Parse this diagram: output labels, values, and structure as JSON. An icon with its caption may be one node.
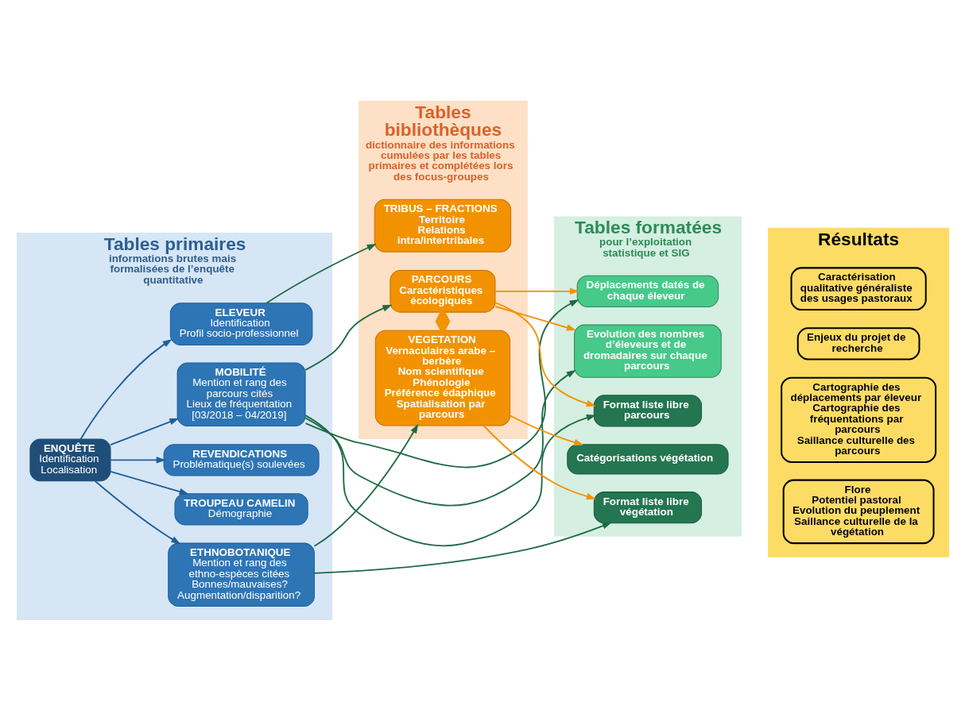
{
  "diagram": {
    "nodes": [
      {
        "text": [
          "Tables primaires",
          "informations brutes mais formalisées de l’enquête quantitative"
        ]
      },
      {
        "text": [
          "Tables bibliothèques",
          "dictionnaire des informations cumulées par les tables primaires et complétées lors des focus-groupes"
        ]
      },
      {
        "text": [
          "Tables formatées",
          "pour l’exploitation statistique et SIG"
        ]
      },
      {
        "text": [
          "Résultats"
        ]
      },
      {
        "text": [
          "ELEVEUR",
          "Identification",
          "Profil socio-professionnel"
        ],
        "in": 0
      },
      {
        "text": [
          "TROUPEAU CAMELIN",
          "Démographie"
        ],
        "in": 0
      },
      {
        "text": [
          "REVENDICATIONS",
          "Problématique(s) soulevées"
        ],
        "in": 0
      },
      {
        "text": [
          "ENQUÊTE",
          "Identification",
          "Localisation"
        ],
        "in": 0
      },
      {
        "text": [
          "MOBILITÉ",
          "Mention et rang des parcours cités",
          "Lieux de fréquentation",
          "[03/2018 – 04/2019]"
        ],
        "in": 0
      },
      {
        "text": [
          "ETHNOBOTANIQUE",
          "Mention et rang des ethno-espèces citées",
          "Bonnes/mauvaises?",
          "Augmentation/disparition?"
        ],
        "in": 0
      },
      {
        "text": [
          "TRIBUS – FRACTIONS",
          "Territoire",
          "Relations intra/intertribales"
        ],
        "in": 1
      },
      {
        "text": [
          "PARCOURS",
          "Caractéristiques écologiques"
        ],
        "in": 1
      },
      {
        "text": [
          "VEGETATION",
          "Vernaculaires arabe – berbère",
          "Nom scientifique",
          "Phénologie",
          "Préférence édaphique",
          "Spatialisation par parcours"
        ],
        "in": 1
      },
      {
        "text": [
          "Déplacements datés de chaque éleveur"
        ],
        "in": 2
      },
      {
        "text": [
          "Evolution des nombres d’éleveurs et de dromadaires sur chaque parcours"
        ],
        "in": 2
      },
      {
        "text": [
          "Format liste libre parcours"
        ],
        "in": 2
      },
      {
        "text": [
          "Format liste libre végétation"
        ],
        "in": 2
      },
      {
        "text": [
          "Catégorisations végétation"
        ],
        "in": 2
      },
      {
        "text": [
          "Caractérisation qualitative généraliste des usages pastoraux"
        ],
        "in": 3
      },
      {
        "text": [
          "Enjeux du projet de recherche"
        ],
        "in": 3
      },
      {
        "text": [
          "Cartographie des déplacements par éleveur",
          "Cartographie des fréquentations par parcours",
          "Saillance culturelle des parcours"
        ],
        "in": 3
      },
      {
        "text": [
          "Flore",
          "Potentiel pastoral",
          "Evolution du peuplement",
          "Saillance culturelle de la végétation"
        ],
        "in": 3
      }
    ],
    "edges": [
      {
        "from": 7,
        "to": 4,
        "arrow": "to",
        "color": "#1f5f99"
      },
      {
        "from": 7,
        "to": 5,
        "arrow": "to",
        "color": "#1f5f99"
      },
      {
        "from": 7,
        "to": 6,
        "arrow": "to",
        "color": "#1f5f99"
      },
      {
        "from": 7,
        "to": 8,
        "arrow": "to",
        "color": "#1f5f99"
      },
      {
        "from": 7,
        "to": 9,
        "arrow": "to",
        "color": "#1f5f99"
      },
      {
        "from": 4,
        "to": 10,
        "arrow": "to"
      },
      {
        "from": 8,
        "to": 13,
        "arrow": "to"
      },
      {
        "from": 8,
        "to": 14,
        "arrow": "to"
      },
      {
        "from": 8,
        "to": 11,
        "arrow": "to"
      },
      {
        "from": 8,
        "to": 15,
        "arrow": "to"
      },
      {
        "from": 11,
        "to": 13,
        "arrow": "to",
        "color": "#f39200"
      },
      {
        "from": 11,
        "to": 14,
        "arrow": "to",
        "color": "#f39200"
      },
      {
        "from": 11,
        "to": 15,
        "arrow": "to",
        "color": "#f39200"
      },
      {
        "from": 11,
        "to": 12,
        "arrow": "both",
        "style": "thick",
        "color": "#f39200"
      },
      {
        "from": 9,
        "to": 12,
        "arrow": "to"
      },
      {
        "from": 9,
        "to": 16,
        "arrow": "to"
      },
      {
        "from": 12,
        "to": 16,
        "arrow": "to",
        "color": "#f39200"
      },
      {
        "from": 12,
        "to": 17,
        "arrow": "to",
        "color": "#f39200"
      }
    ]
  }
}
